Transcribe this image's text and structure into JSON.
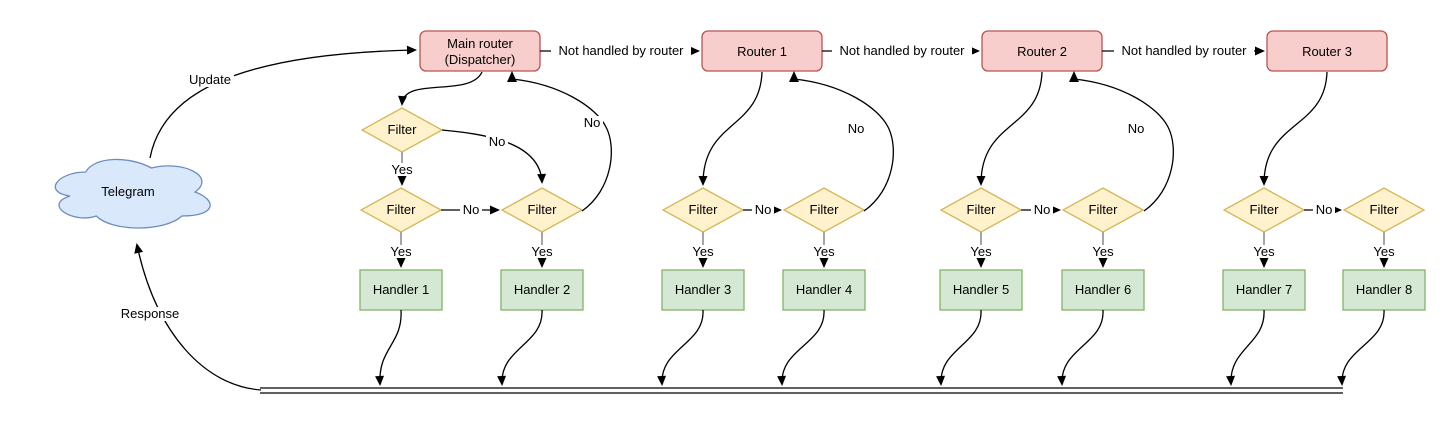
{
  "diagram": {
    "telegram_label": "Telegram",
    "update_label": "Update",
    "response_label": "Response",
    "not_handled_label": "Not handled by router",
    "yes_label": "Yes",
    "no_label": "No",
    "filter_label": "Filter",
    "routers": {
      "main_line1": "Main router",
      "main_line2": "(Dispatcher)",
      "router1": "Router 1",
      "router2": "Router 2",
      "router3": "Router 3"
    },
    "handlers": [
      "Handler 1",
      "Handler 2",
      "Handler 3",
      "Handler 4",
      "Handler 5",
      "Handler 6",
      "Handler 7",
      "Handler 8"
    ],
    "colors": {
      "router_fill": "#f8cecc",
      "router_stroke": "#b85450",
      "filter_fill": "#fff2cc",
      "filter_stroke": "#d6b656",
      "handler_fill": "#d5e8d4",
      "handler_stroke": "#82b366",
      "cloud_fill": "#dae8fc",
      "cloud_stroke": "#6c8ebf",
      "edge": "#000000"
    }
  }
}
